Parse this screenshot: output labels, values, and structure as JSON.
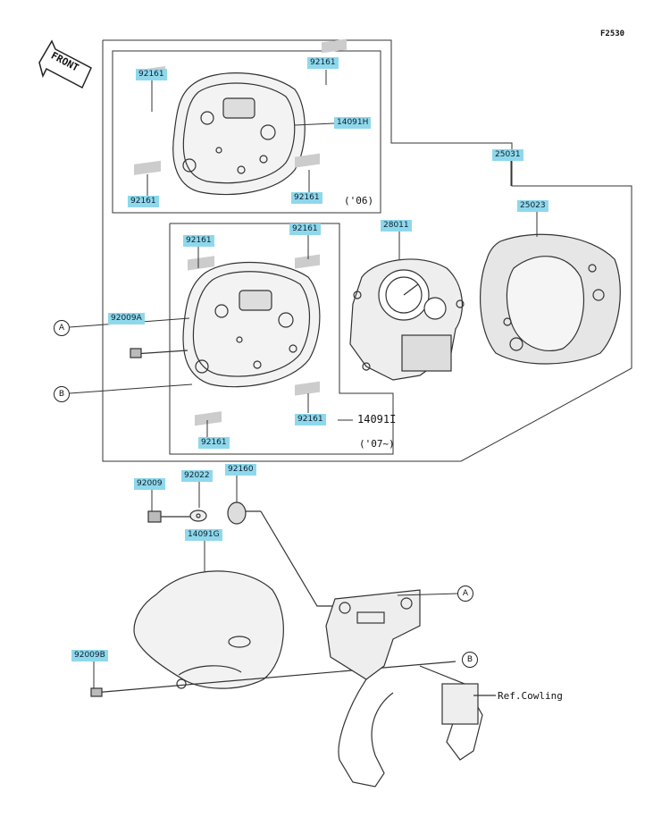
{
  "figure_code": "F2530",
  "front_label": "FRONT",
  "year_top": "('06)",
  "year_mid": "('07~)",
  "ref_cowling": "Ref.Cowling",
  "callout_a": "A",
  "callout_b": "B",
  "part_14091I": "14091I",
  "labels": {
    "p92161_a": "92161",
    "p92161_b": "92161",
    "p14091H": "14091H",
    "p92161_c": "92161",
    "p92161_d": "92161",
    "p25031": "25031",
    "p25023": "25023",
    "p28011": "28011",
    "p92161_e": "92161",
    "p92161_f": "92161",
    "p92009A": "92009A",
    "p92161_g": "92161",
    "p92161_h": "92161",
    "p92009": "92009",
    "p92022": "92022",
    "p92160": "92160",
    "p14091G": "14091G",
    "p92009B": "92009B"
  },
  "colors": {
    "label_bg": "#8fd8ec",
    "line": "#333333"
  }
}
